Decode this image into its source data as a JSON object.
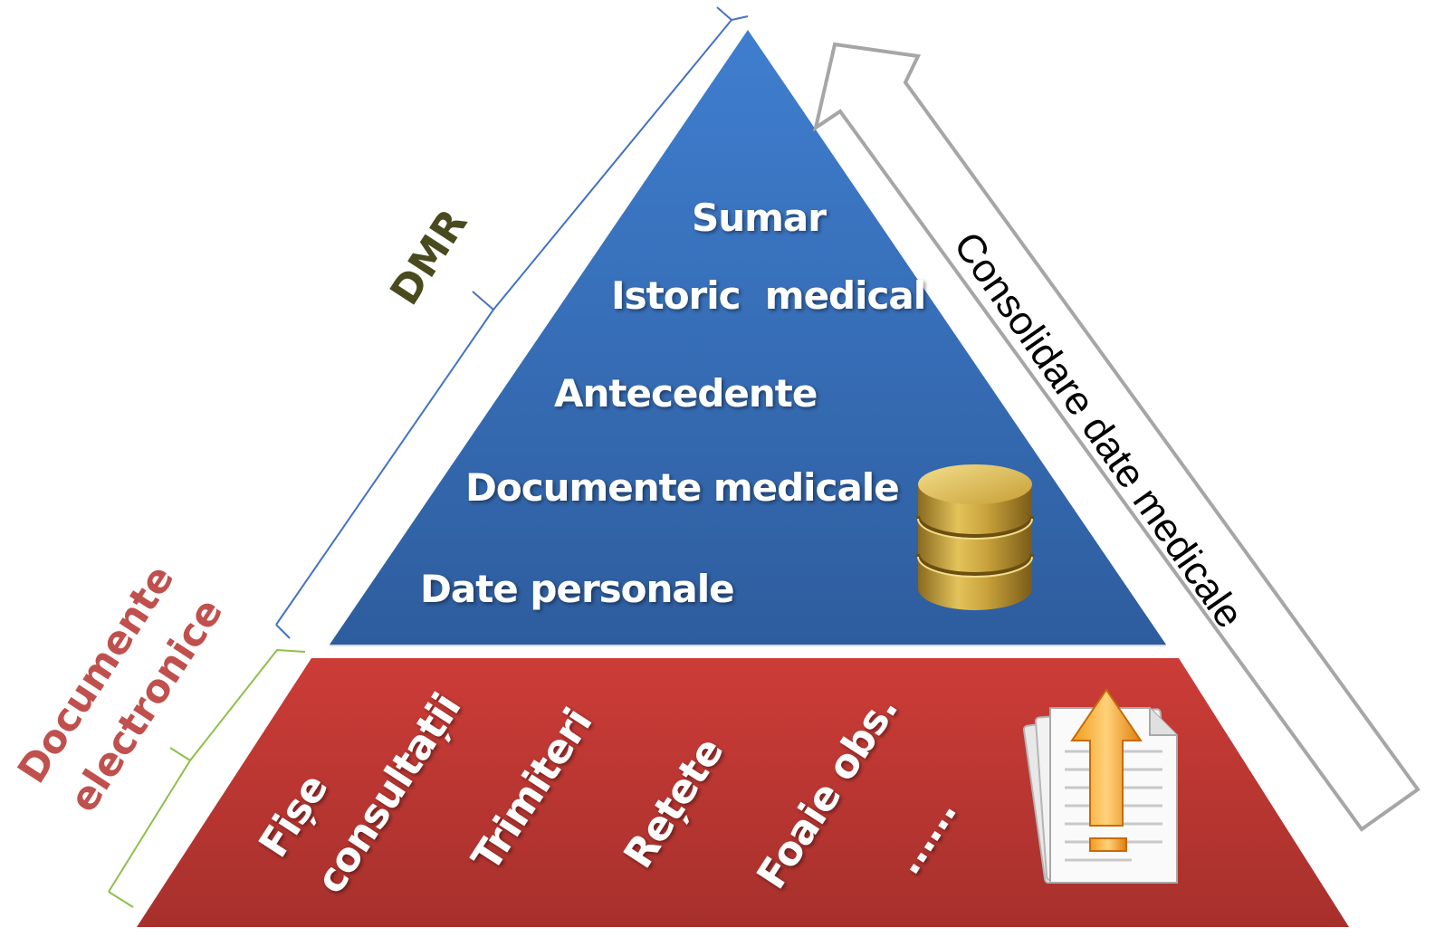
{
  "top_section": {
    "items": [
      "Sumar",
      "Istoric  medical",
      "Antecedente",
      "Documente medicale",
      "Date personale"
    ],
    "color": "#3a6eb8"
  },
  "bottom_section": {
    "items": [
      "Fișe",
      "consultații",
      "Trimiteri",
      "Rețete",
      "Foaie obs.",
      "……"
    ],
    "color": "#c23b36"
  },
  "brackets": {
    "upper_label": "DMR",
    "upper_label_color": "#4a4a1f",
    "upper_bracket_color": "#4472c4",
    "lower_label_line1": "Documente",
    "lower_label_line2": "electronice",
    "lower_label_color": "#c0504d",
    "lower_bracket_color": "#8fbf4a"
  },
  "arrow": {
    "label": "Consolidare date medicale",
    "stroke_color": "#a6a6a6"
  },
  "icons": {
    "database": "database-icon",
    "documents": "document-upload-icon"
  }
}
